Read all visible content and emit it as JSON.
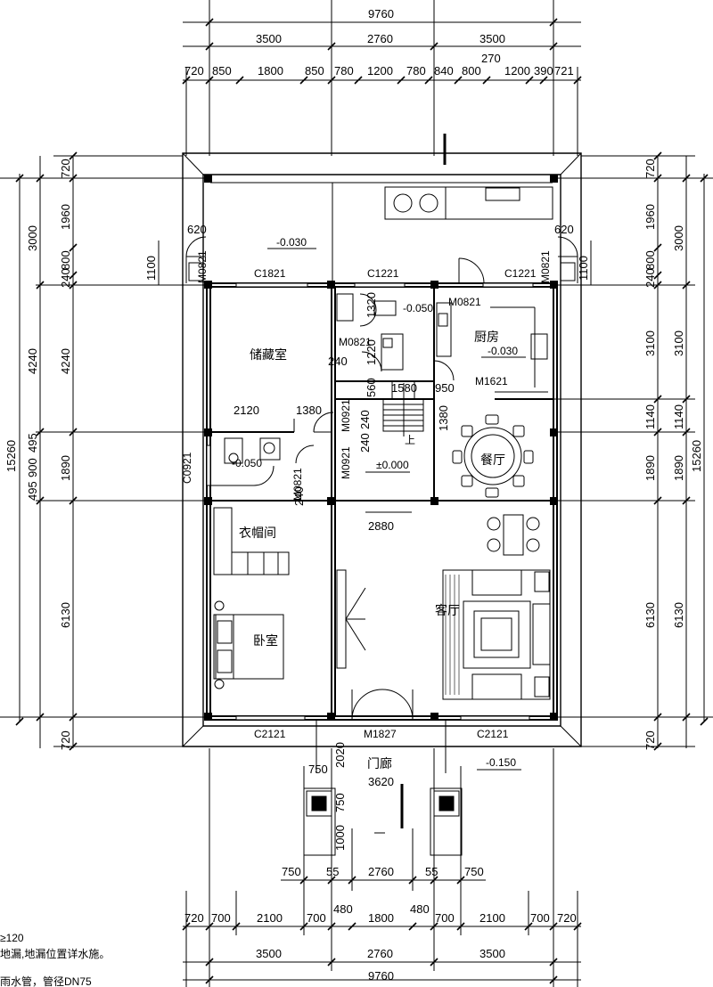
{
  "drawing": {
    "dimensions": {
      "top_total": "9760",
      "top_sub": [
        "3500",
        "2760",
        "3500"
      ],
      "top_detail": [
        "720",
        "850",
        "1800",
        "850",
        "780",
        "1200",
        "780",
        "840",
        "800",
        "1200",
        "390",
        "721"
      ],
      "top_extra": "270",
      "left_a": [
        "720",
        "1960",
        "800",
        "240",
        "4240",
        "1890",
        "6130",
        "720"
      ],
      "left_b": [
        "3000",
        "1100",
        "4240",
        "495",
        "900",
        "495"
      ],
      "left_total": "15260",
      "right_a": [
        "720",
        "1960",
        "800",
        "240",
        "3100",
        "1140",
        "1890",
        "6130",
        "720"
      ],
      "right_b": [
        "3000",
        "1100",
        "3100",
        "1140",
        "1890",
        "6130"
      ],
      "right_total": "15260",
      "bottom_porch": [
        "750",
        "55",
        "2760",
        "55",
        "750"
      ],
      "bottom_detail": [
        "720",
        "700",
        "2100",
        "700",
        "480",
        "1800",
        "480",
        "700",
        "2100",
        "700",
        "720"
      ],
      "bottom_sub": [
        "3500",
        "2760",
        "3500"
      ],
      "bottom_total": "9760",
      "interior": {
        "d620_left": "620",
        "d620_right": "620",
        "d2120": "2120",
        "d1380_a": "1380",
        "d1380_b": "1380",
        "d1320": "1320",
        "d1220": "1220",
        "d560": "560",
        "d240_a": "240",
        "d240_b": "240",
        "d240_c": "240",
        "d240_d": "240",
        "d1580": "1580",
        "d950": "950",
        "d2880": "2880",
        "d2020": "2020",
        "d750_a": "750",
        "d750_b": "750",
        "d1000": "1000",
        "d3620": "3620"
      }
    },
    "rooms": {
      "storage": "储藏室",
      "kitchen": "厨房",
      "dining": "餐厅",
      "living": "客厅",
      "bedroom": "卧室",
      "cloakroom": "衣帽间",
      "porch": "门廊"
    },
    "codes": {
      "C1821": "C1821",
      "C1221_a": "C1221",
      "C1221_b": "C1221",
      "M0821_top_left": "M0821",
      "M0821_top_right": "M0821",
      "M0821_kitchen": "M0821",
      "M0821_storage": "M0821",
      "M0821_bath": "M0821",
      "M1621": "M1621",
      "M0921_a": "M0921",
      "M0921_b": "M0921",
      "C0921": "C0921",
      "M1827": "M1827",
      "C2121_a": "C2121",
      "C2121_b": "C2121"
    },
    "levels": {
      "lv_top": "-0.030",
      "lv_kitchen": "-0.030",
      "lv_bath_small": "-0.050",
      "lv_bath": "-0.050",
      "lv_main": "±0.000",
      "lv_porch": "-0.150"
    },
    "stair_up": "上",
    "notes": {
      "line1": "≥120",
      "line2": "地漏,地漏位置详水施。",
      "line3": "雨水管，管径DN75"
    }
  }
}
